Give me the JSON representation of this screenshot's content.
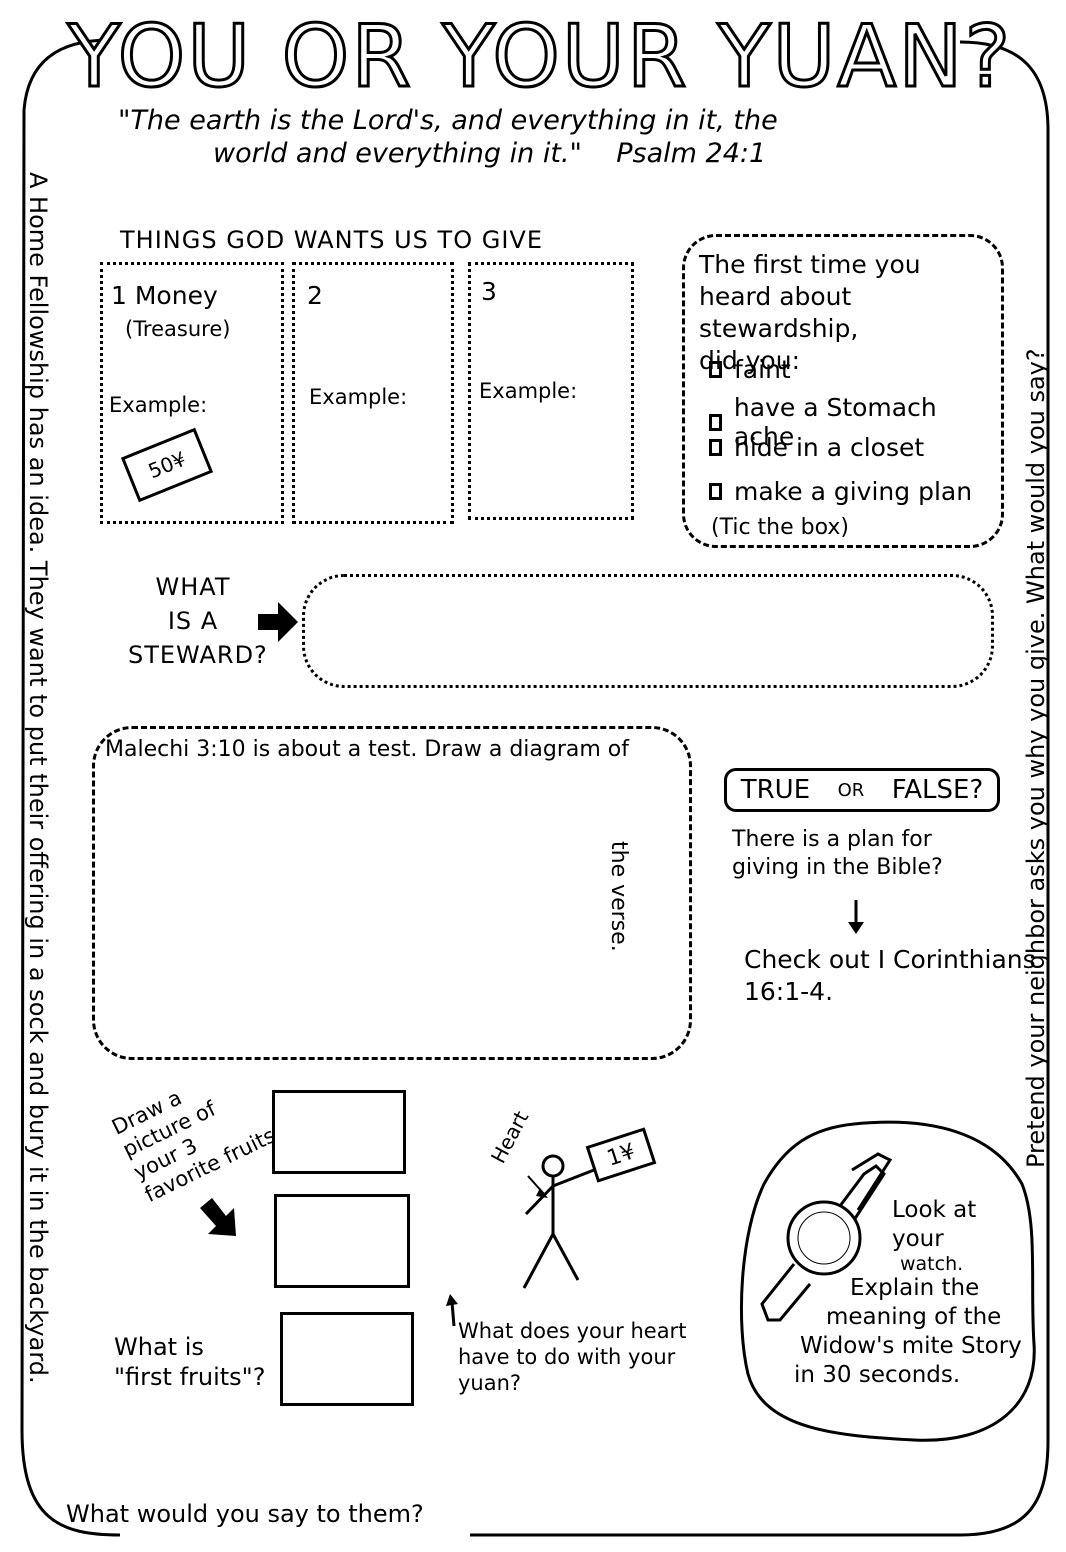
{
  "title": "YOU OR YOUR YUAN?",
  "quote": {
    "line1": "\"The earth is the Lord's, and everything in it, the",
    "line2": "world and everything in it.\"",
    "reference": "Psalm 24:1"
  },
  "side_text": {
    "left": "A Home Fellowship has an idea. They want to put their offering in a sock and bury it in the backyard.",
    "right": "Pretend your neighbor asks you why you give. What would you say?",
    "bottom": "What would you say to them?"
  },
  "give_section": {
    "heading": "THINGS GOD WANTS US TO GIVE",
    "boxes": [
      {
        "number": "1",
        "label": "Money",
        "sublabel": "(Treasure)",
        "example": "Example:",
        "note_value": "50¥"
      },
      {
        "number": "2",
        "label": "",
        "sublabel": "",
        "example": "Example:"
      },
      {
        "number": "3",
        "label": "",
        "sublabel": "",
        "example": "Example:"
      }
    ]
  },
  "stewardship_question": {
    "prompt_line1": "The first time you",
    "prompt_line2": "heard about stewardship,",
    "prompt_line3": "did you:",
    "options": [
      "faint",
      "have a Stomach ache",
      "hide in a closet",
      "make a giving plan"
    ],
    "instruction": "(Tic the box)"
  },
  "steward": {
    "line1": "WHAT",
    "line2": "IS A",
    "line3": "STEWARD?"
  },
  "malachi": {
    "prompt": "Malechi 3:10 is about a test. Draw a diagram of",
    "prompt_end": "the verse."
  },
  "true_false": {
    "label_true": "TRUE",
    "label_or": "OR",
    "label_false": "FALSE?",
    "statement_line1": "There is a plan for",
    "statement_line2": "giving in the Bible?",
    "check_line1": "Check out I Corinthians",
    "check_line2": "16:1-4."
  },
  "fruits": {
    "line1": "Draw a",
    "line2": "picture of",
    "line3": "your 3",
    "line4": "favorite fruits",
    "question_line1": "What is",
    "question_line2": "\"first fruits\"?"
  },
  "heart": {
    "label": "Heart",
    "note_value": "1¥",
    "question_line1": "What does your heart",
    "question_line2": "have to do with your",
    "question_line3": "yuan?"
  },
  "watch": {
    "line1": "Look at",
    "line2": "your",
    "line3": "watch.",
    "line4": "Explain the",
    "line5": "meaning of the",
    "line6": "Widow's mite Story",
    "line7": "in 30 seconds."
  }
}
